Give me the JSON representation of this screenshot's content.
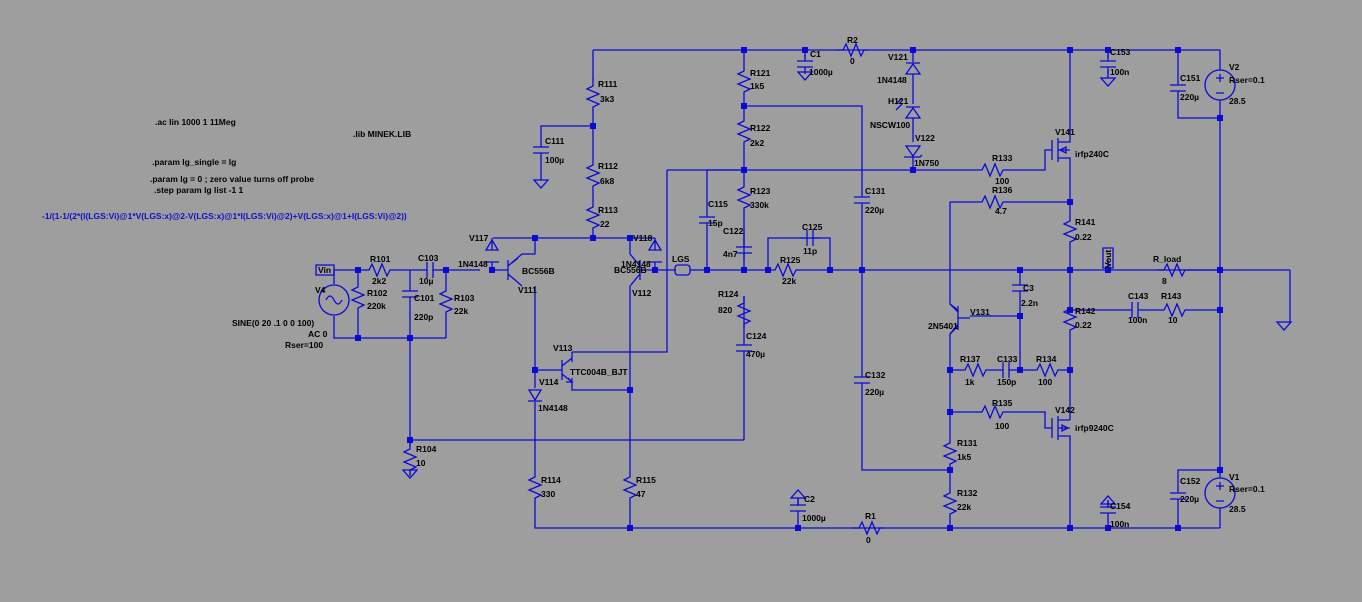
{
  "directives": {
    "ac": ".ac lin 1000 1 11Meg",
    "lib": ".lib MINEK.LIB",
    "param_single": ".param lg_single = lg",
    "param_lg": ".param lg = 0 ; zero value turns off probe",
    "step": ".step param lg list -1 1",
    "measure": "-1/(1-1/(2*(I(LGS:Vi)@1*V(LGS:x)@2-V(LGS:x)@1*I(LGS:Vi)@2)+V(LGS:x)@1+I(LGS:Vi)@2))"
  },
  "components": {
    "R111": {
      "name": "R111",
      "value": "3k3"
    },
    "R112": {
      "name": "R112",
      "value": "6k8"
    },
    "R113": {
      "name": "R113",
      "value": "22"
    },
    "C111": {
      "name": "C111",
      "value": "100µ"
    },
    "R121": {
      "name": "R121",
      "value": "1k5"
    },
    "R122": {
      "name": "R122",
      "value": "2k2"
    },
    "R123": {
      "name": "R123",
      "value": "330k"
    },
    "C1": {
      "name": "C1",
      "value": "1000µ"
    },
    "R2": {
      "name": "R2",
      "value": "0"
    },
    "V121": {
      "name": "V121",
      "value": "1N4148"
    },
    "H121": {
      "name": "H121",
      "value": "NSCW100"
    },
    "V122": {
      "name": "V122",
      "value": "1N750"
    },
    "C153": {
      "name": "C153",
      "value": "100n"
    },
    "C151": {
      "name": "C151",
      "value": "220µ"
    },
    "V2": {
      "name": "V2",
      "rser": "Rser=0.1",
      "value": "28.5"
    },
    "R133": {
      "name": "R133",
      "value": "100"
    },
    "R136": {
      "name": "R136",
      "value": "4.7"
    },
    "V141": {
      "name": "V141",
      "value": "irfp240C"
    },
    "R141": {
      "name": "R141",
      "value": "0.22"
    },
    "R142": {
      "name": "R142",
      "value": "0.22"
    },
    "C131": {
      "name": "C131",
      "value": "220µ"
    },
    "C115": {
      "name": "C115",
      "value": "15p"
    },
    "C122": {
      "name": "C122",
      "value": "4n7"
    },
    "C125": {
      "name": "C125",
      "value": "11p"
    },
    "R125": {
      "name": "R125",
      "value": "22k"
    },
    "LGS": {
      "name": "LGS"
    },
    "V117": {
      "name": "V117",
      "value": "1N4148"
    },
    "V118": {
      "name": "V118",
      "value": "1N4148"
    },
    "V111": {
      "name": "V111",
      "value": "BC556B"
    },
    "V112": {
      "name": "V112",
      "value": "BC556B"
    },
    "Vin": {
      "name": "Vin"
    },
    "V4": {
      "name": "V4",
      "value": "SINE(0 20 .1 0 0 100)",
      "ac": "AC 0",
      "rser": "Rser=100"
    },
    "R101": {
      "name": "R101",
      "value": "2k2"
    },
    "R102": {
      "name": "R102",
      "value": "220k"
    },
    "C103": {
      "name": "C103",
      "value": "10µ"
    },
    "C101": {
      "name": "C101",
      "value": "220p"
    },
    "R103": {
      "name": "R103",
      "value": "22k"
    },
    "R124": {
      "name": "R124",
      "value": "820"
    },
    "C124": {
      "name": "C124",
      "value": "470µ"
    },
    "V113": {
      "name": "V113",
      "value": "TTC004B_BJT"
    },
    "V114": {
      "name": "V114",
      "value": "1N4148"
    },
    "R104": {
      "name": "R104",
      "value": "10"
    },
    "R114": {
      "name": "R114",
      "value": "330"
    },
    "R115": {
      "name": "R115",
      "value": "47"
    },
    "C2": {
      "name": "C2",
      "value": "1000µ"
    },
    "R1": {
      "name": "R1",
      "value": "0"
    },
    "V131": {
      "name": "V131",
      "value": "2N5401"
    },
    "C3": {
      "name": "C3",
      "value": "2.2n"
    },
    "R137": {
      "name": "R137",
      "value": "1k"
    },
    "C133": {
      "name": "C133",
      "value": "150p"
    },
    "R134": {
      "name": "R134",
      "value": "100"
    },
    "R135": {
      "name": "R135",
      "value": "100"
    },
    "V142": {
      "name": "V142",
      "value": "irfp9240C"
    },
    "R131": {
      "name": "R131",
      "value": "1k5"
    },
    "R132": {
      "name": "R132",
      "value": "22k"
    },
    "C132": {
      "name": "C132",
      "value": "220µ"
    },
    "Vout": {
      "name": "Vout"
    },
    "R_load": {
      "name": "R_load",
      "value": "8"
    },
    "C143": {
      "name": "C143",
      "value": "100n"
    },
    "R143": {
      "name": "R143",
      "value": "10"
    },
    "C154": {
      "name": "C154",
      "value": "100n"
    },
    "C152": {
      "name": "C152",
      "value": "220µ"
    },
    "V1": {
      "name": "V1",
      "rser": "Rser=0.1",
      "value": "28.5"
    }
  }
}
